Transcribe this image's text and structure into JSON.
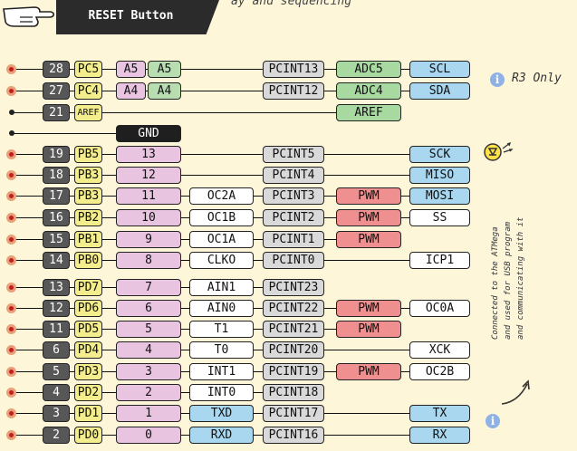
{
  "header": {
    "title": "RESET Button",
    "caption_fragment": "ay and sequencing"
  },
  "r3_note": "R3 Only",
  "side_note": [
    "Connected to the ATMega",
    "and used for USB program",
    "and communicating with it"
  ],
  "gnd_label": "GND",
  "colors": {
    "pin_num": "#575757",
    "port": "#f4ed8c",
    "digital": "#e8c4e0",
    "analog": "#b7ddb1",
    "pcint": "#d9d9d9",
    "adc": "#a8d9a1",
    "pwm": "#ef8f8f",
    "comm": "#a9d7ef",
    "serial": "#a9d7ef",
    "plain": "#ffffff",
    "gpio_dot": "#c2201e"
  },
  "pins": [
    {
      "num": "28",
      "port": "PC5",
      "d": "A5",
      "a": "A5",
      "func": "",
      "pcint": "PCINT13",
      "adc": "ADC5",
      "pwm": "",
      "comm": "SCL",
      "comm_color": "comm",
      "dot": "gpio"
    },
    {
      "num": "27",
      "port": "PC4",
      "d": "A4",
      "a": "A4",
      "func": "",
      "pcint": "PCINT12",
      "adc": "ADC4",
      "pwm": "",
      "comm": "SDA",
      "comm_color": "comm",
      "dot": "gpio"
    },
    {
      "num": "21",
      "port": "AREF",
      "d": "",
      "a": "",
      "func": "",
      "pcint": "",
      "adc": "AREF",
      "pwm": "",
      "comm": "",
      "comm_color": "",
      "dot": "nc"
    },
    {
      "num": "19",
      "port": "PB5",
      "d": "13",
      "a": "",
      "func": "",
      "pcint": "PCINT5",
      "adc": "",
      "pwm": "",
      "comm": "SCK",
      "comm_color": "comm",
      "dot": "gpio"
    },
    {
      "num": "18",
      "port": "PB3",
      "d": "12",
      "a": "",
      "func": "",
      "pcint": "PCINT4",
      "adc": "",
      "pwm": "",
      "comm": "MISO",
      "comm_color": "comm",
      "dot": "gpio"
    },
    {
      "num": "17",
      "port": "PB3",
      "d": "11",
      "a": "",
      "func": "OC2A",
      "pcint": "PCINT3",
      "adc": "",
      "pwm": "PWM",
      "comm": "MOSI",
      "comm_color": "comm",
      "dot": "gpio"
    },
    {
      "num": "16",
      "port": "PB2",
      "d": "10",
      "a": "",
      "func": "OC1B",
      "pcint": "PCINT2",
      "adc": "",
      "pwm": "PWM",
      "comm": "SS",
      "comm_color": "plain",
      "dot": "gpio"
    },
    {
      "num": "15",
      "port": "PB1",
      "d": "9",
      "a": "",
      "func": "OC1A",
      "pcint": "PCINT1",
      "adc": "",
      "pwm": "PWM",
      "comm": "",
      "comm_color": "",
      "dot": "gpio"
    },
    {
      "num": "14",
      "port": "PB0",
      "d": "8",
      "a": "",
      "func": "CLKO",
      "pcint": "PCINT0",
      "adc": "",
      "pwm": "",
      "comm": "ICP1",
      "comm_color": "plain",
      "dot": "gpio"
    },
    {
      "num": "13",
      "port": "PD7",
      "d": "7",
      "a": "",
      "func": "AIN1",
      "pcint": "PCINT23",
      "adc": "",
      "pwm": "",
      "comm": "",
      "comm_color": "",
      "dot": "gpio"
    },
    {
      "num": "12",
      "port": "PD6",
      "d": "6",
      "a": "",
      "func": "AIN0",
      "pcint": "PCINT22",
      "adc": "",
      "pwm": "PWM",
      "comm": "OC0A",
      "comm_color": "plain",
      "dot": "gpio"
    },
    {
      "num": "11",
      "port": "PD5",
      "d": "5",
      "a": "",
      "func": "T1",
      "pcint": "PCINT21",
      "adc": "",
      "pwm": "PWM",
      "comm": "",
      "comm_color": "",
      "dot": "gpio"
    },
    {
      "num": "6",
      "port": "PD4",
      "d": "4",
      "a": "",
      "func": "T0",
      "pcint": "PCINT20",
      "adc": "",
      "pwm": "",
      "comm": "XCK",
      "comm_color": "plain",
      "dot": "gpio"
    },
    {
      "num": "5",
      "port": "PD3",
      "d": "3",
      "a": "",
      "func": "INT1",
      "pcint": "PCINT19",
      "adc": "",
      "pwm": "PWM",
      "comm": "OC2B",
      "comm_color": "plain",
      "dot": "gpio"
    },
    {
      "num": "4",
      "port": "PD2",
      "d": "2",
      "a": "",
      "func": "INT0",
      "pcint": "PCINT18",
      "adc": "",
      "pwm": "",
      "comm": "",
      "comm_color": "",
      "dot": "gpio"
    },
    {
      "num": "3",
      "port": "PD1",
      "d": "1",
      "a": "",
      "func": "TXD",
      "pcint": "PCINT17",
      "adc": "",
      "pwm": "",
      "comm": "TX",
      "comm_color": "serial",
      "dot": "gpio",
      "func_color": "serial"
    },
    {
      "num": "2",
      "port": "PD0",
      "d": "0",
      "a": "",
      "func": "RXD",
      "pcint": "PCINT16",
      "adc": "",
      "pwm": "",
      "comm": "RX",
      "comm_color": "serial",
      "dot": "gpio",
      "func_color": "serial"
    }
  ]
}
